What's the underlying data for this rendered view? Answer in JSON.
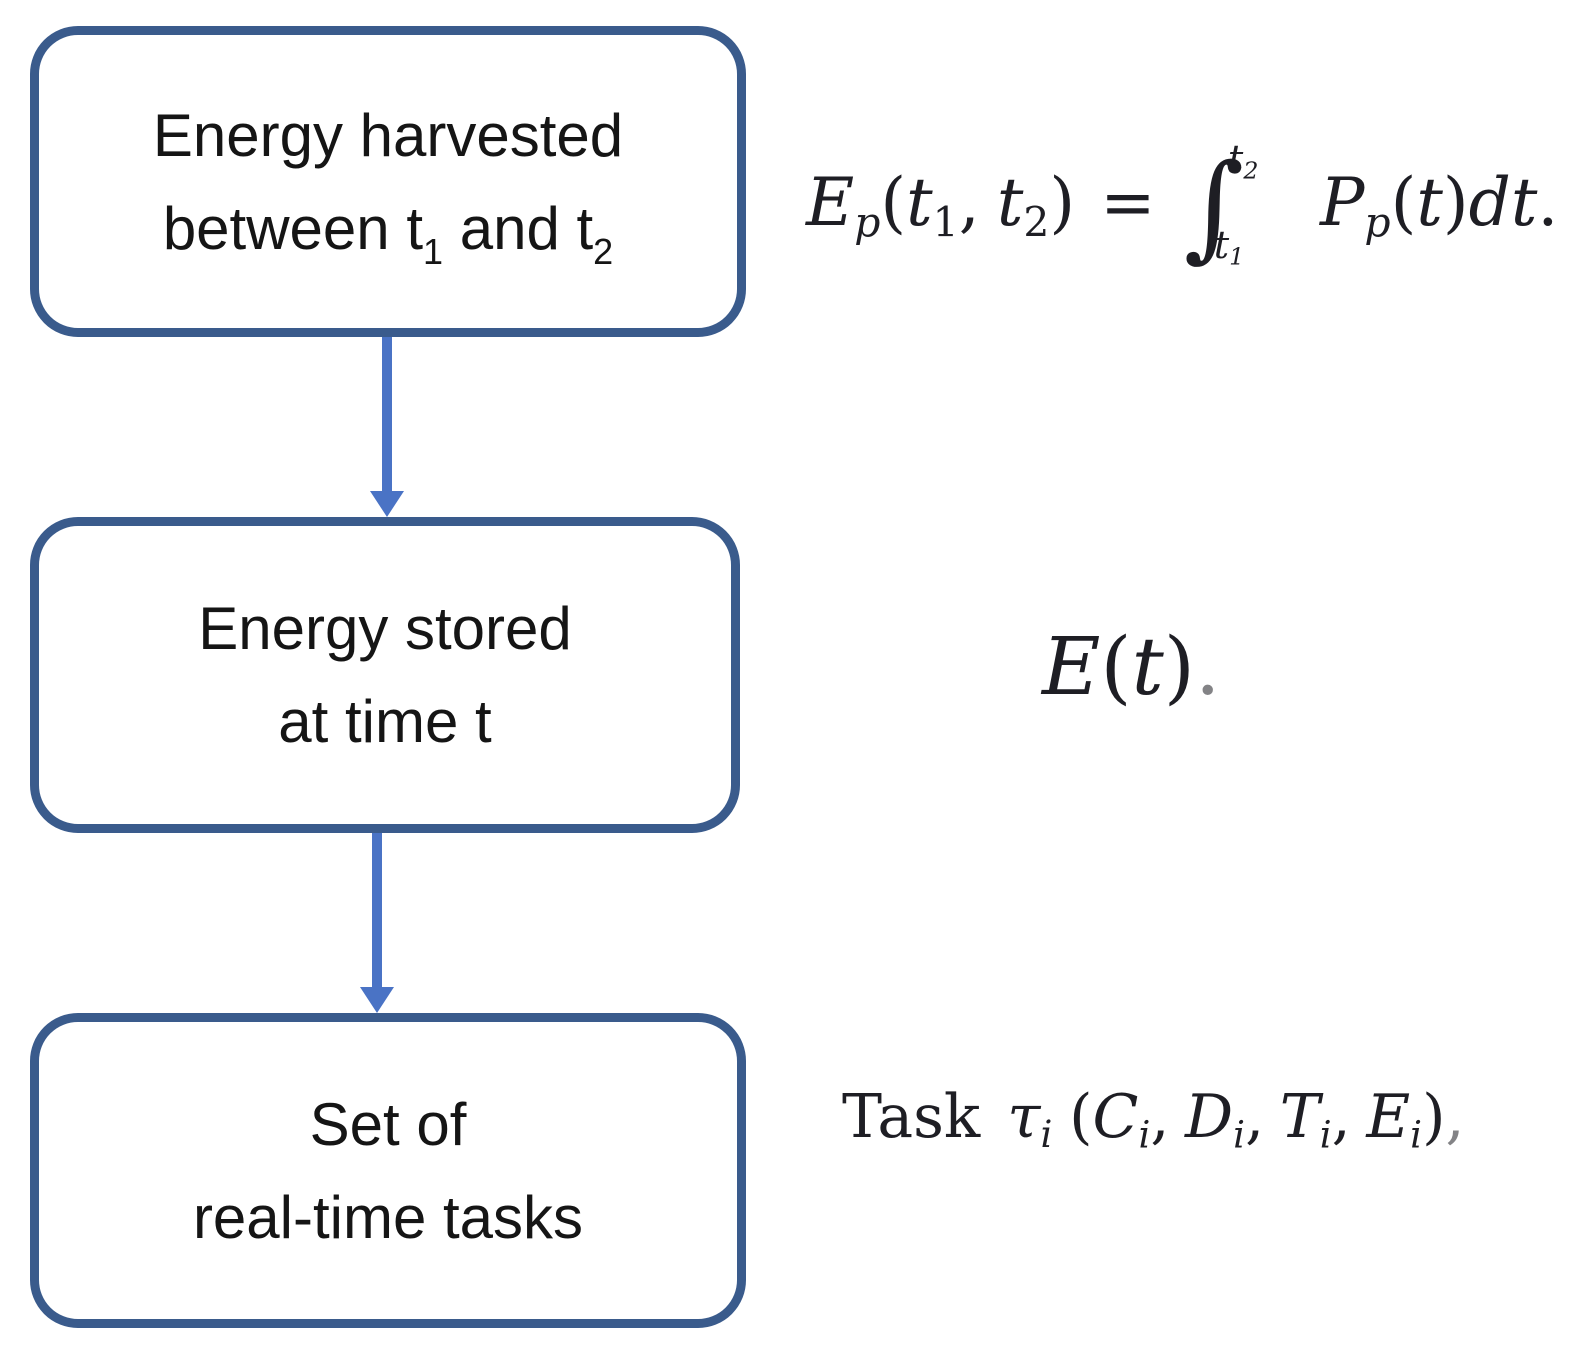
{
  "colors": {
    "background": "#ffffff",
    "box-border": "#3a5b8c",
    "arrow": "#4a73c5",
    "box-text": "#151515",
    "formula-text": "#1e1e24"
  },
  "diagram": {
    "boxes": {
      "harvested": {
        "line1": "Energy harvested",
        "line2_pre": "between t",
        "line2_sub1": "1",
        "line2_mid": " and t",
        "line2_sub2": "2"
      },
      "stored": {
        "line1": "Energy stored",
        "line2": "at time t"
      },
      "tasks": {
        "line1": "Set of",
        "line2": "real-time tasks"
      }
    }
  },
  "formulas": {
    "harvested_plain": "E_p(t_1, t_2) = ∫_{t_1}^{t_2} P_p(t)dt.",
    "stored_plain": "E(t).",
    "tasks_plain": "Task τ_i (C_i, D_i, T_i, E_i),"
  },
  "sym": {
    "cap_e": "E",
    "cap_p": "P",
    "cap_c": "C",
    "cap_d": "D",
    "cap_t": "T",
    "p": "p",
    "t": "t",
    "i": "i",
    "one": "1",
    "two": "2",
    "tau": "τ",
    "lparen": "(",
    "rparen": ")",
    "comma": ",",
    "equals": "=",
    "integral": "∫",
    "dt": "dt",
    "period": ".",
    "task_word": "Task"
  }
}
